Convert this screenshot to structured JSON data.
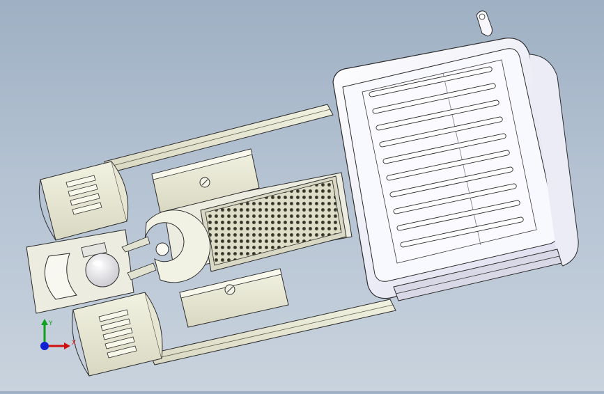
{
  "viewport": {
    "background_top": "#9fb0c4",
    "background_bottom": "#c9d3de",
    "model_color": "#e9e9d6",
    "enclosure_color": "#f4f4fb",
    "edge_color": "#2b2b2b"
  },
  "model": {
    "parts": [
      "enclosure-box",
      "vent-slots",
      "perforated-plate",
      "upper-bracket",
      "lower-bracket",
      "upper-roller",
      "lower-roller",
      "c-clamp",
      "ball-joint",
      "side-rail-top",
      "side-rail-bottom",
      "hook-clip"
    ]
  },
  "triad": {
    "x_label": "X",
    "y_label": "Y",
    "x_color": "#d01010",
    "y_color": "#10a020",
    "z_color": "#1020d0"
  }
}
